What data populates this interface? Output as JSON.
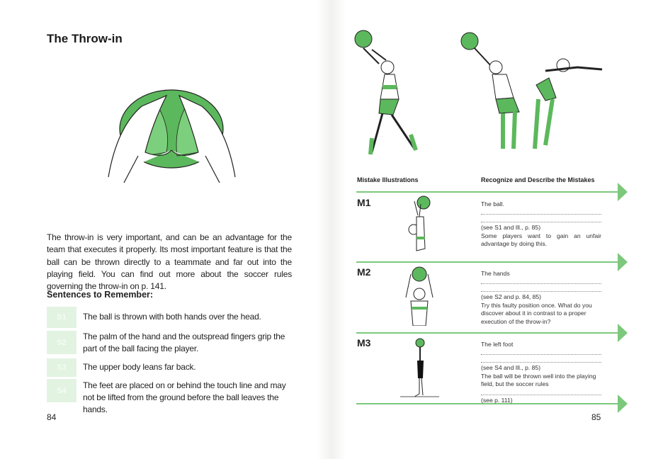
{
  "left_page": {
    "title": "The Throw-in",
    "intro": "The throw-in is very important, and can be an advantage for the team that executes it properly. Its most important feature is that the ball can be thrown directly to a teammate and far out into the playing field. You can find out more about the soccer rules governing the throw-in on p. 141.",
    "sentences_heading": "Sentences to Remember:",
    "sentences": [
      {
        "id": "S1",
        "text": "The ball is thrown with both hands over the head."
      },
      {
        "id": "S2",
        "text": "The palm of the hand and the outspread fingers grip the part of the ball facing the player."
      },
      {
        "id": "S3",
        "text": "The upper body leans far back."
      },
      {
        "id": "S4",
        "text": "The feet are placed on or behind the touch line and may not be lifted from the ground before the ball leaves the hands."
      }
    ],
    "page_number": "84"
  },
  "right_page": {
    "col_left_heading": "Mistake Illustrations",
    "col_right_heading": "Recognize and Describe the Mistakes",
    "mistakes": [
      {
        "label": "M1",
        "lead": "The ball.",
        "ref": "(see S1 and Ill., p. 85)",
        "note": "Some players want to gain an unfair advantage by doing this."
      },
      {
        "label": "M2",
        "lead": "The hands",
        "ref": "(see S2 and p. 84, 85)",
        "note": "Try this faulty position once. What do you discover about it in contrast to a proper execution of the throw-in?"
      },
      {
        "label": "M3",
        "lead": "The left foot",
        "ref": "(see S4 and Ill., p. 85)",
        "note": "The ball will be thrown well into the playing field, but the soccer rules",
        "ref2": "(see p. 111)"
      }
    ],
    "page_number": "85"
  },
  "colors": {
    "accent": "#7cc87c",
    "ball": "#5cb85c"
  }
}
